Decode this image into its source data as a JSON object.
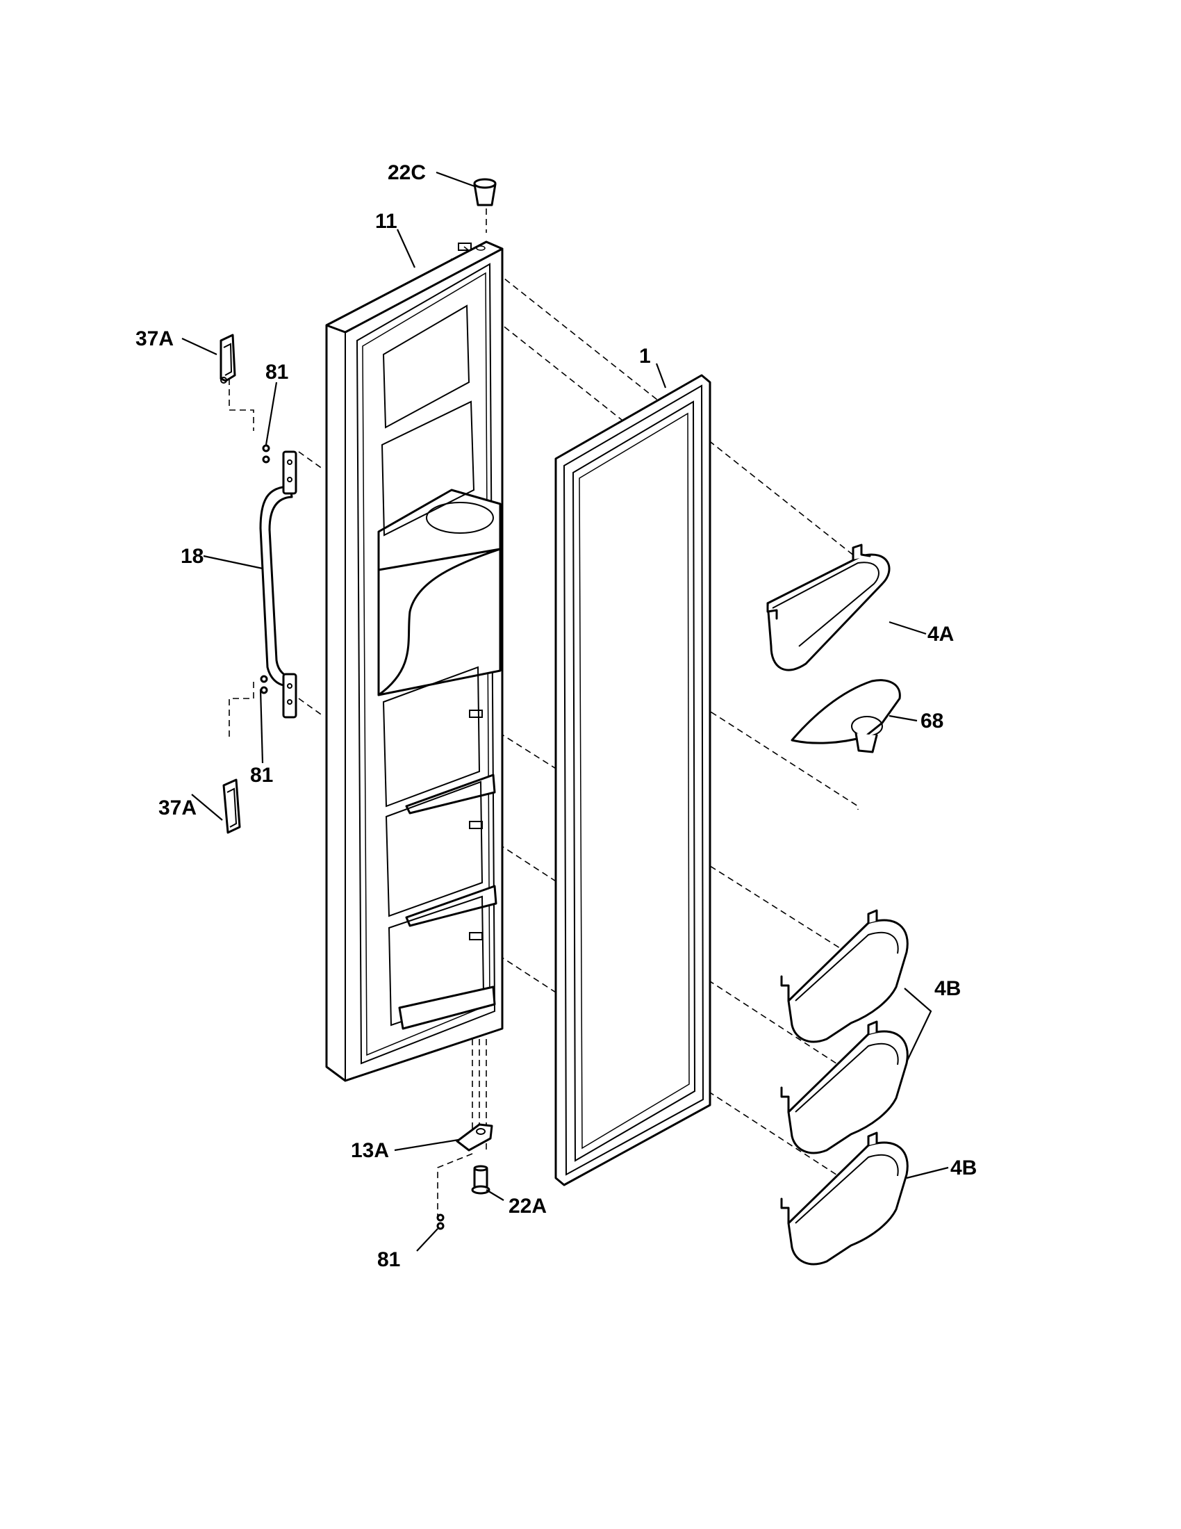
{
  "callouts": {
    "c_22C": "22C",
    "c_11": "11",
    "c_37A_top": "37A",
    "c_81_top": "81",
    "c_1": "1",
    "c_18": "18",
    "c_4A": "4A",
    "c_68": "68",
    "c_81_mid": "81",
    "c_37A_bottom": "37A",
    "c_4B_upper": "4B",
    "c_4B_lower": "4B",
    "c_13A": "13A",
    "c_22A": "22A",
    "c_81_bottom": "81"
  }
}
